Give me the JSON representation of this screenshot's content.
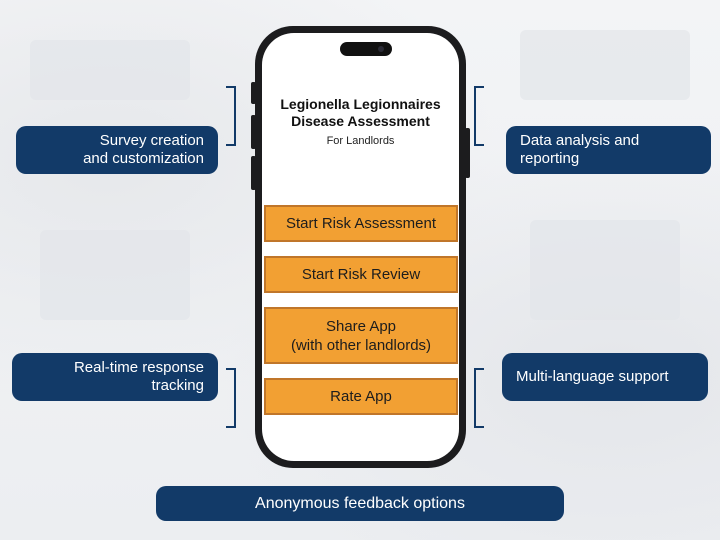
{
  "app": {
    "title_line1": "Legionella Legionnaires",
    "title_line2": "Disease Assessment",
    "subtitle": "For Landlords",
    "buttons": [
      {
        "label": "Start Risk Assessment"
      },
      {
        "label": "Start Risk Review"
      },
      {
        "label_line1": "Share App",
        "label_line2": "(with other landlords)"
      },
      {
        "label": "Rate App"
      }
    ]
  },
  "features": {
    "top_left": {
      "line1": "Survey creation",
      "line2": "and customization"
    },
    "top_right": {
      "line1": "Data analysis and",
      "line2": "reporting"
    },
    "bottom_left": {
      "line1": "Real-time response",
      "line2": "tracking"
    },
    "bottom_right": {
      "line1": "Multi-language support"
    },
    "bottom_center": {
      "line1": "Anonymous feedback options"
    }
  },
  "colors": {
    "pill_bg": "#123a68",
    "button_fill": "#f2a033",
    "button_border": "#c0762a"
  }
}
